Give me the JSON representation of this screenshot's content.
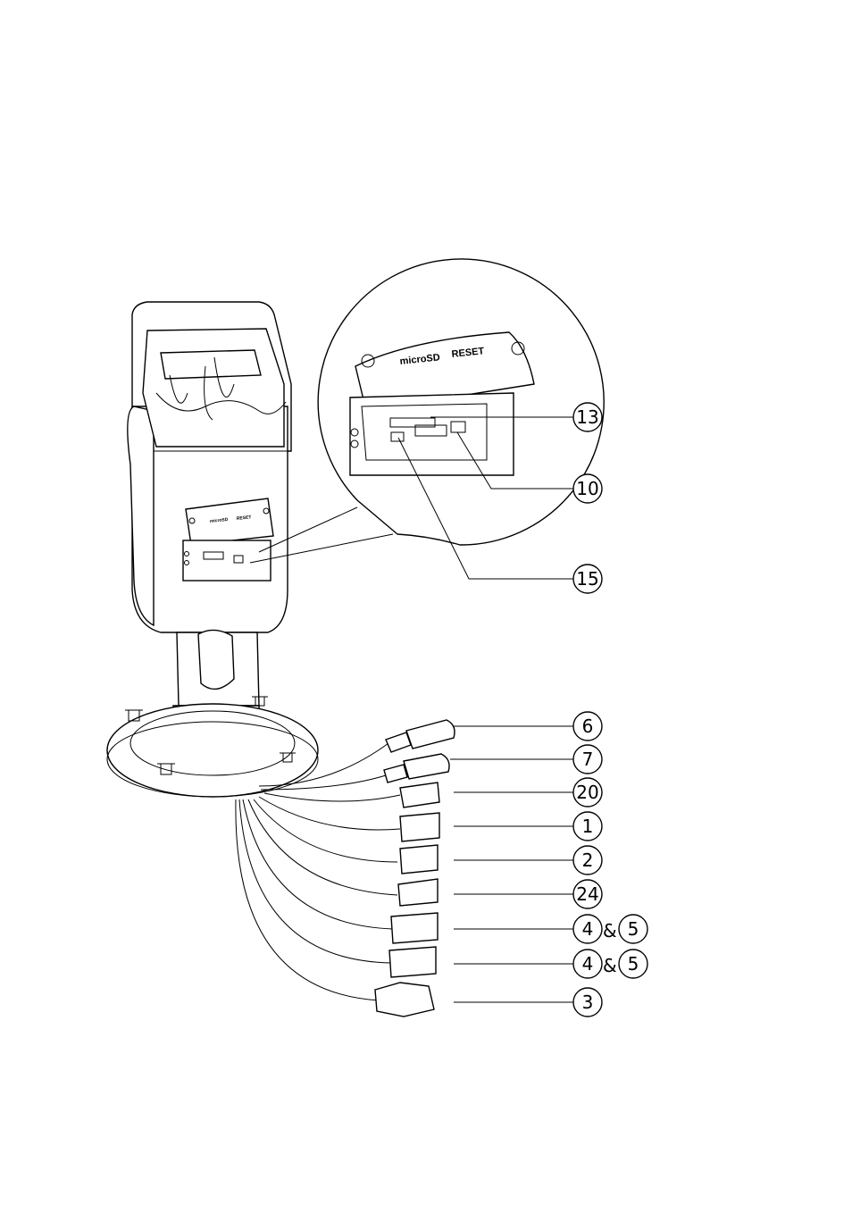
{
  "panel": {
    "microsd_label": "microSD",
    "reset_label": "RESET"
  },
  "callouts": [
    {
      "id": "c13",
      "label": "13"
    },
    {
      "id": "c10",
      "label": "10"
    },
    {
      "id": "c15",
      "label": "15"
    },
    {
      "id": "c6",
      "label": "6"
    },
    {
      "id": "c7",
      "label": "7"
    },
    {
      "id": "c20",
      "label": "20"
    },
    {
      "id": "c1",
      "label": "1"
    },
    {
      "id": "c2",
      "label": "2"
    },
    {
      "id": "c24",
      "label": "24"
    },
    {
      "id": "c4a",
      "label": "4",
      "ampersand": "&",
      "second": "5"
    },
    {
      "id": "c4b",
      "label": "4",
      "ampersand": "&",
      "second": "5"
    },
    {
      "id": "c3",
      "label": "3"
    }
  ]
}
